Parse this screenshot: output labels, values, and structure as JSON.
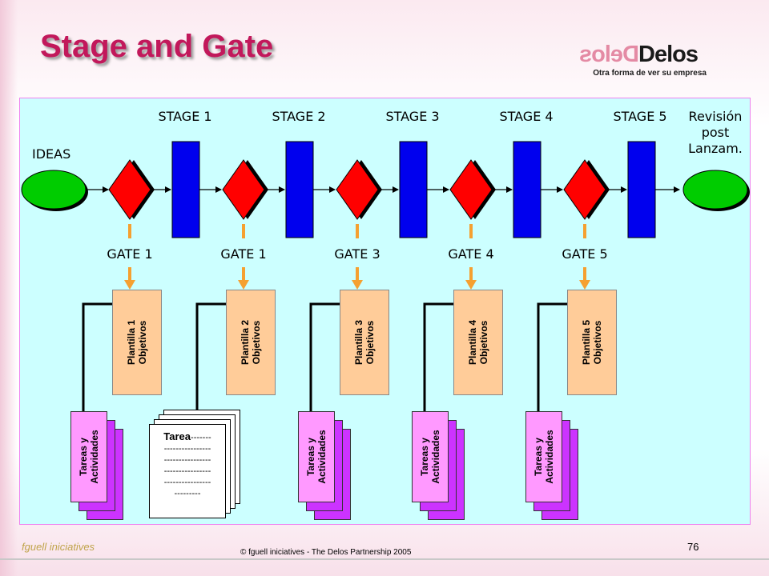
{
  "title": "Stage and Gate",
  "logo": {
    "mirror_text": "Delos",
    "main_text": "Delos",
    "tagline": "Otra forma de ver su empresa"
  },
  "diagram": {
    "ideas_label": "IDEAS",
    "stages": [
      "STAGE 1",
      "STAGE 2",
      "STAGE 3",
      "STAGE 4",
      "STAGE 5"
    ],
    "review_label": [
      "Revisión",
      "post",
      "Lanzam."
    ],
    "gates": [
      "GATE 1",
      "GATE 1",
      "GATE 3",
      "GATE 4",
      "GATE 5"
    ],
    "templates": [
      {
        "line1": "Plantilla 1",
        "line2": "Objetivos"
      },
      {
        "line1": "Plantilla 2",
        "line2": "Objetivos"
      },
      {
        "line1": "Plantilla 3",
        "line2": "Objetivos"
      },
      {
        "line1": "Plantilla 4",
        "line2": "Objetivos"
      },
      {
        "line1": "Plantilla 5",
        "line2": "Objetivos"
      }
    ],
    "tasks": {
      "line1": "Tareas y",
      "line2": "Actividades"
    },
    "task_doc": {
      "title": "Tarea",
      "title_suffix": "-------",
      "lines": [
        "----------------",
        "----------------",
        "----------------",
        "----------------",
        "---------"
      ]
    },
    "colors": {
      "stage": "#0000ee",
      "gate": "#ff0000",
      "oval": "#00cc00",
      "panel": "#ccffff",
      "arrow_orange": "#f5a030",
      "template": "#ffcc99",
      "tasks": "#ff99ff",
      "tasks_back": "#cc33ff"
    }
  },
  "footer": {
    "brand_part1": "fguell",
    "brand_part2": " iniciatives",
    "copyright": "© fguell iniciatives - The Delos Partnership 2005",
    "page_number": "76"
  }
}
